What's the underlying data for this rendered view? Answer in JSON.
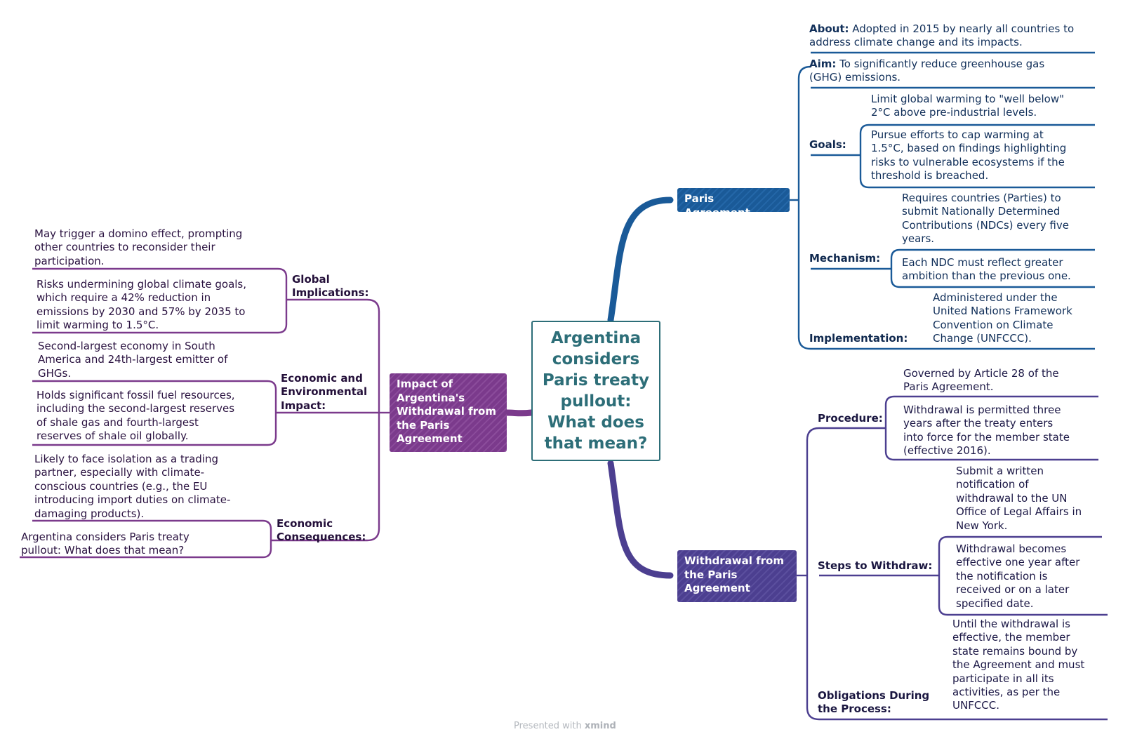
{
  "central": {
    "title": "Argentina\nconsiders\nParis treaty\npullout:\nWhat does\nthat mean?"
  },
  "paris": {
    "title": "Paris Agreement",
    "about_label": "About:",
    "about_l1": " Adopted in 2015 by nearly all countries to",
    "about_l2": "address climate change and its impacts.",
    "aim_label": "Aim:",
    "aim_l1": " To significantly reduce greenhouse gas",
    "aim_l2": "(GHG) emissions.",
    "goals_label": "Goals:",
    "goal1_l1": "Limit global warming to \"well below\"",
    "goal1_l2": "2°C above pre-industrial levels.",
    "goal2_l1": "Pursue efforts to cap warming at",
    "goal2_l2": "1.5°C, based on findings highlighting",
    "goal2_l3": "risks to vulnerable ecosystems if the",
    "goal2_l4": "threshold is breached.",
    "mech_label": "Mechanism:",
    "mech1_l1": "Requires countries (Parties) to",
    "mech1_l2": "submit Nationally Determined",
    "mech1_l3": "Contributions (NDCs) every five",
    "mech1_l4": "years.",
    "mech2_l1": "Each NDC must reflect greater",
    "mech2_l2": "ambition than the previous one.",
    "impl_label": "Implementation:",
    "impl_l1": "Administered under the",
    "impl_l2": "United Nations Framework",
    "impl_l3": "Convention on Climate",
    "impl_l4": "Change (UNFCCC)."
  },
  "withdrawal": {
    "title": "Withdrawal from\nthe Paris\nAgreement",
    "proc_label": "Procedure:",
    "proc1_l1": "Governed by Article 28 of the",
    "proc1_l2": "Paris Agreement.",
    "proc2_l1": "Withdrawal is permitted three",
    "proc2_l2": "years after the treaty enters",
    "proc2_l3": "into force for the member state",
    "proc2_l4": "(effective 2016).",
    "steps_label": "Steps to Withdraw:",
    "step1_l1": "Submit a written",
    "step1_l2": "notification of",
    "step1_l3": "withdrawal to the UN",
    "step1_l4": "Office of Legal Affairs in",
    "step1_l5": "New York.",
    "step2_l1": "Withdrawal becomes",
    "step2_l2": "effective one year after",
    "step2_l3": "the notification is",
    "step2_l4": "received or on a later",
    "step2_l5": "specified date.",
    "oblig_label_l1": "Obligations During",
    "oblig_label_l2": "the Process:",
    "oblig_l1": "Until the withdrawal is",
    "oblig_l2": "effective, the member",
    "oblig_l3": "state remains bound by",
    "oblig_l4": "the Agreement and must",
    "oblig_l5": "participate in all its",
    "oblig_l6": "activities, as per the",
    "oblig_l7": "UNFCCC."
  },
  "impact": {
    "title": "Impact of\nArgentina's\nWithdrawal from\nthe Paris\nAgreement",
    "global_label_l1": "Global",
    "global_label_l2": "Implications:",
    "global1_l1": "May trigger a domino effect, prompting",
    "global1_l2": "other countries to reconsider their",
    "global1_l3": "participation.",
    "global2_l1": "Risks undermining global climate goals,",
    "global2_l2": "which require a 42% reduction in",
    "global2_l3": "emissions by 2030 and 57% by 2035 to",
    "global2_l4": "limit warming to 1.5°C.",
    "eco_label_l1": "Economic and",
    "eco_label_l2": "Environmental",
    "eco_label_l3": "Impact:",
    "eco1_l1": "Second-largest economy in South",
    "eco1_l2": "America and 24th-largest emitter of",
    "eco1_l3": "GHGs.",
    "eco2_l1": "Holds significant fossil fuel resources,",
    "eco2_l2": "including the second-largest reserves",
    "eco2_l3": "of shale gas and fourth-largest",
    "eco2_l4": "reserves of shale oil globally.",
    "cons_label_l1": "Economic",
    "cons_label_l2": "Consequences:",
    "cons1_l1": "Likely to face isolation as a trading",
    "cons1_l2": "partner, especially with climate-",
    "cons1_l3": "conscious countries (e.g., the EU",
    "cons1_l4": "introducing import duties on climate-",
    "cons1_l5": "damaging products).",
    "cons2_l1": "Argentina considers Paris treaty",
    "cons2_l2": "pullout: What does that mean?"
  },
  "footer": {
    "prefix": "Presented with ",
    "brand": "xmind"
  },
  "colors": {
    "blue": "#1a5a98",
    "purple": "#7b3a8c",
    "indigo": "#4c3f90",
    "center": "#2d6e78"
  }
}
